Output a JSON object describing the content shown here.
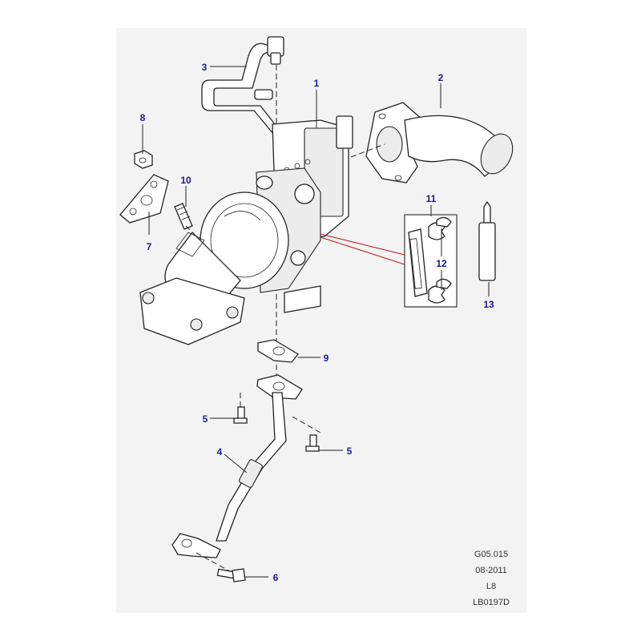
{
  "callouts": {
    "c1": "1",
    "c2": "2",
    "c3": "3",
    "c4": "4",
    "c5a": "5",
    "c5b": "5",
    "c6": "6",
    "c7": "7",
    "c8": "8",
    "c9": "9",
    "c10": "10",
    "c11": "11",
    "c12": "12",
    "c13": "13"
  },
  "footer": {
    "ref": "G05.015",
    "date": "08-2011",
    "model": "L8",
    "code": "LB0197D"
  },
  "colors": {
    "callout": "#1a1a8c",
    "leader_red": "#c0141c",
    "sheet": "#f3f3f3"
  }
}
